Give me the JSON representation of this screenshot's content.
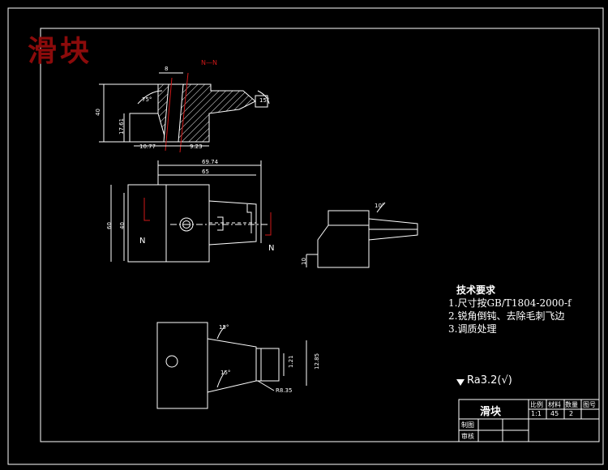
{
  "drawing": {
    "title": "滑块",
    "section_label": "N—N",
    "section_marks": [
      "N",
      "N"
    ],
    "dims": {
      "width_top": "8",
      "angle_left": "75°",
      "angle_right": "15°",
      "height_left": "40",
      "height_step": "17.61",
      "base_left": "10.77",
      "base_right": "9.23",
      "overall_1": "69.74",
      "overall_2": "65",
      "height_outer": "60",
      "height_inner": "40",
      "side_angle": "10°",
      "side_height": "10",
      "bottom_angle_top": "15°",
      "bottom_angle_bottom": "15°",
      "bottom_height_1": "12.85",
      "bottom_height_2": "1.21",
      "radius": "R8.35"
    }
  },
  "tech_requirements": {
    "header": "技术要求",
    "items": [
      "1.尺寸按GB/T1804-2000-f",
      "2.锐角倒钝、去除毛刺飞边",
      "3.调质处理"
    ]
  },
  "roughness": "Ra3.2(√)",
  "title_block": {
    "name": "滑块",
    "scale_label": "比例",
    "material_label": "材料",
    "qty_label": "数量",
    "drawing_no_label": "图号",
    "scale": "1:1",
    "material": "45",
    "qty": "2",
    "drafter_label": "制图",
    "reviewer_label": "审核"
  }
}
